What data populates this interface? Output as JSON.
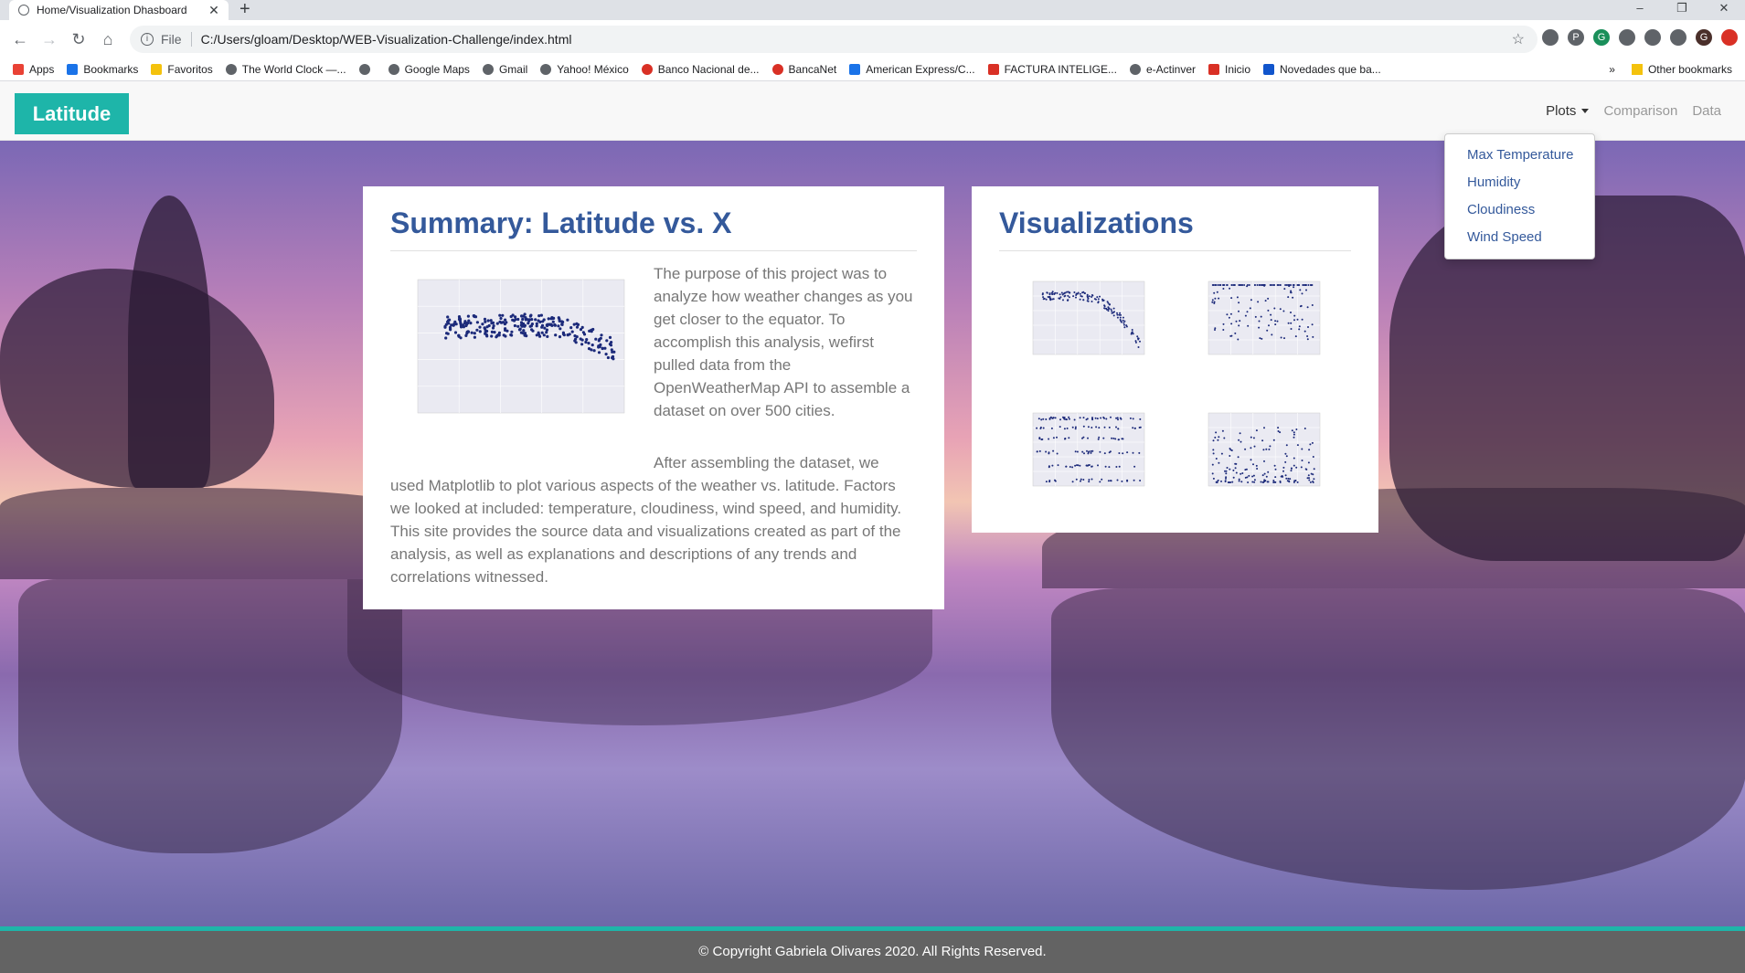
{
  "browser": {
    "tab_title": "Home/Visualization Dhasboard",
    "url_scheme": "File",
    "url": "C:/Users/gloam/Desktop/WEB-Visualization-Challenge/index.html"
  },
  "bookmarks": [
    "Apps",
    "Bookmarks",
    "Favoritos",
    "The World Clock —...",
    "",
    "Google Maps",
    "Gmail",
    "Yahoo! México",
    "Banco Nacional de...",
    "BancaNet",
    "American Express/C...",
    "FACTURA INTELIGE...",
    "e-Actinver",
    "Inicio",
    "Novedades que ba..."
  ],
  "other_bookmarks": "Other bookmarks",
  "navbar": {
    "brand": "Latitude",
    "links": [
      "Plots",
      "Comparison",
      "Data"
    ]
  },
  "dropdown": [
    "Max Temperature",
    "Humidity",
    "Cloudiness",
    "Wind Speed"
  ],
  "summary": {
    "title": "Summary: Latitude vs. X",
    "lines": [
      "The purpose of this project was to",
      "analyze how weather changes as you",
      "get closer to the equator. To",
      "accomplish this analysis, wefirst",
      "pulled data from the",
      "OpenWeatherMap API to assemble a",
      "dataset on over 500 cities.",
      "After assembling the dataset, we",
      "used Matplotlib to plot various aspects of the weather vs. latitude. Factors",
      "we looked at included: temperature, cloudiness, wind speed, and humidity.",
      "This site provides the source data and visualizations created as part of the",
      "analysis, as well as explanations and descriptions of any trends and",
      "correlations witnessed."
    ]
  },
  "visualizations": {
    "title": "Visualizations"
  },
  "footer": "© Copyright Gabriela Olivares 2020. All Rights Reserved.",
  "colors": {
    "brand": "#1eb5a9",
    "heading": "#34599b",
    "footer": "#636363",
    "points": "#1c2a7a"
  }
}
